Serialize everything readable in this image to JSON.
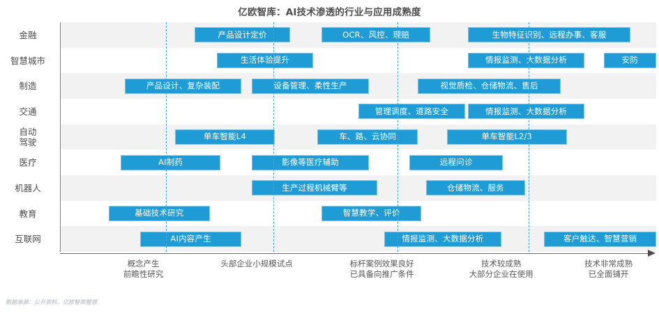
{
  "title": "亿欧智库：AI技术渗透的行业与应用成熟度",
  "footer": "数据来源：公开资料、亿欧智库整理",
  "colors": {
    "bar_fill": "#1f9cd6",
    "bar_border": "#7fc7e8",
    "gridline": "#3ba6dd",
    "band_shaded": "#f2f2f2",
    "band_plain": "#ffffff",
    "axis": "#6b6b6b",
    "title_text": "#4d4d4d",
    "label_text": "#595959",
    "footer_text": "#c9ccd1"
  },
  "chart_data": {
    "type": "bar",
    "title": "亿欧智库：AI技术渗透的行业与应用成熟度",
    "xlabel": "",
    "ylabel": "",
    "grid": true,
    "legend_position": "none",
    "xlim": [
      0,
      100
    ],
    "x_stages": [
      {
        "label_line1": "概念产生",
        "label_line2": "前瞻性研究",
        "center": 14
      },
      {
        "label_line1": "头部企业小规模试点",
        "label_line2": "",
        "center": 33
      },
      {
        "label_line1": "标杆案例效果良好",
        "label_line2": "已具备向推广条件",
        "center": 54
      },
      {
        "label_line1": "技术较成熟",
        "label_line2": "大部分企业在使用",
        "center": 74
      },
      {
        "label_line1": "技术非常成熟",
        "label_line2": "已全面铺开",
        "center": 92
      }
    ],
    "gridline_positions": [
      17.8,
      35.8,
      56.6,
      78.6
    ],
    "categories": [
      "金融",
      "智慧城市",
      "制造",
      "交通",
      "自动驾驶",
      "医疗",
      "机器人",
      "教育",
      "互联网"
    ],
    "rows": [
      {
        "category": "金融",
        "label_lines": [
          "金融"
        ],
        "band": "shaded",
        "bars": [
          {
            "text": "产品设计定价",
            "start": 22.6,
            "end": 38.6
          },
          {
            "text": "OCR、风控、理赔",
            "start": 43.9,
            "end": 62.1
          },
          {
            "text": "生物特征识别、远程办事、客服",
            "start": 68.4,
            "end": 95.7
          }
        ]
      },
      {
        "category": "智慧城市",
        "label_lines": [
          "智慧城市"
        ],
        "band": "plain",
        "bars": [
          {
            "text": "生活体验提升",
            "start": 26.3,
            "end": 42.5
          },
          {
            "text": "情报监测、大数据分析",
            "start": 68.4,
            "end": 88.0
          },
          {
            "text": "安防",
            "start": 91.2,
            "end": 100.0
          }
        ]
      },
      {
        "category": "制造",
        "label_lines": [
          "制造"
        ],
        "band": "shaded",
        "bars": [
          {
            "text": "产品设计、复杂装配",
            "start": 10.9,
            "end": 30.4
          },
          {
            "text": "设备管理、柔性生产",
            "start": 32.2,
            "end": 51.8
          },
          {
            "text": "视觉质检、仓储物流、售后",
            "start": 60.0,
            "end": 84.0
          }
        ]
      },
      {
        "category": "交通",
        "label_lines": [
          "交通"
        ],
        "band": "plain",
        "bars": [
          {
            "text": "管理调度、道路安全",
            "start": 50.0,
            "end": 68.0
          },
          {
            "text": "情报监测、大数据分析",
            "start": 68.4,
            "end": 88.0
          }
        ]
      },
      {
        "category": "自动驾驶",
        "label_lines": [
          "自动",
          "驾驶"
        ],
        "band": "shaded",
        "bars": [
          {
            "text": "单车智能L4",
            "start": 19.3,
            "end": 36.0
          },
          {
            "text": "车、路、云协同",
            "start": 43.2,
            "end": 60.0
          },
          {
            "text": "单车智能L2/3",
            "start": 64.9,
            "end": 85.0
          }
        ]
      },
      {
        "category": "医疗",
        "label_lines": [
          "医疗"
        ],
        "band": "plain",
        "bars": [
          {
            "text": "AI制药",
            "start": 10.2,
            "end": 26.9
          },
          {
            "text": "影像等医疗辅助",
            "start": 32.2,
            "end": 51.8
          },
          {
            "text": "远程问诊",
            "start": 58.6,
            "end": 74.3
          }
        ]
      },
      {
        "category": "机器人",
        "label_lines": [
          "机器人"
        ],
        "band": "shaded",
        "bars": [
          {
            "text": "生产过程机械臂等",
            "start": 32.2,
            "end": 53.2
          },
          {
            "text": "仓储物流、服务",
            "start": 61.4,
            "end": 78.0
          }
        ]
      },
      {
        "category": "教育",
        "label_lines": [
          "教育"
        ],
        "band": "plain",
        "bars": [
          {
            "text": "基础技术研究",
            "start": 8.2,
            "end": 25.1
          },
          {
            "text": "智慧教学、评价",
            "start": 43.9,
            "end": 60.6
          }
        ]
      },
      {
        "category": "互联网",
        "label_lines": [
          "互联网"
        ],
        "band": "shaded",
        "bars": [
          {
            "text": "AI内容产生",
            "start": 13.5,
            "end": 30.4
          },
          {
            "text": "情报监测、大数据分析",
            "start": 54.4,
            "end": 74.0
          },
          {
            "text": "客户触达、智慧营销",
            "start": 81.2,
            "end": 100.0
          }
        ]
      }
    ]
  }
}
